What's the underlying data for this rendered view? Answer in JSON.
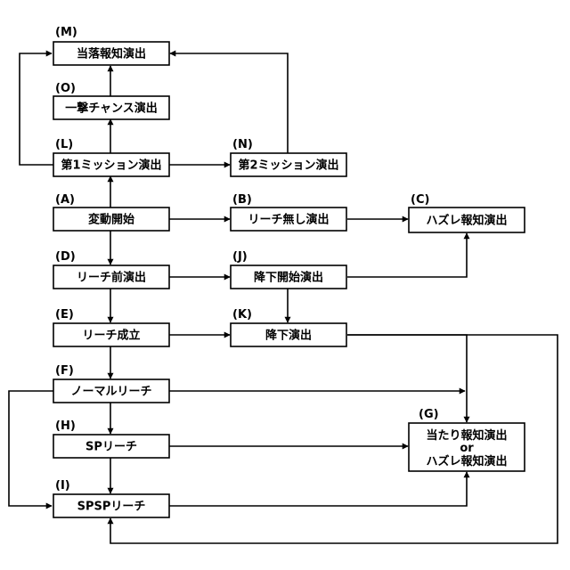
{
  "nodes": {
    "M": {
      "tag": "(M)",
      "label": "当落報知演出"
    },
    "O": {
      "tag": "(O)",
      "label": "一撃チャンス演出"
    },
    "L": {
      "tag": "(L)",
      "label": "第1ミッション演出"
    },
    "N": {
      "tag": "(N)",
      "label": "第2ミッション演出"
    },
    "A": {
      "tag": "(A)",
      "label": "変動開始"
    },
    "B": {
      "tag": "(B)",
      "label": "リーチ無し演出"
    },
    "C": {
      "tag": "(C)",
      "label": "ハズレ報知演出"
    },
    "D": {
      "tag": "(D)",
      "label": "リーチ前演出"
    },
    "J": {
      "tag": "(J)",
      "label": "降下開始演出"
    },
    "E": {
      "tag": "(E)",
      "label": "リーチ成立"
    },
    "K": {
      "tag": "(K)",
      "label": "降下演出"
    },
    "F": {
      "tag": "(F)",
      "label": "ノーマルリーチ"
    },
    "H": {
      "tag": "(H)",
      "label": "SPリーチ"
    },
    "I": {
      "tag": "(Ⅰ)",
      "label": "SPSPリーチ"
    },
    "G": {
      "tag": "(G)",
      "label_line1": "当たり報知演出",
      "label_line2": "or",
      "label_line3": "ハズレ報知演出"
    }
  }
}
